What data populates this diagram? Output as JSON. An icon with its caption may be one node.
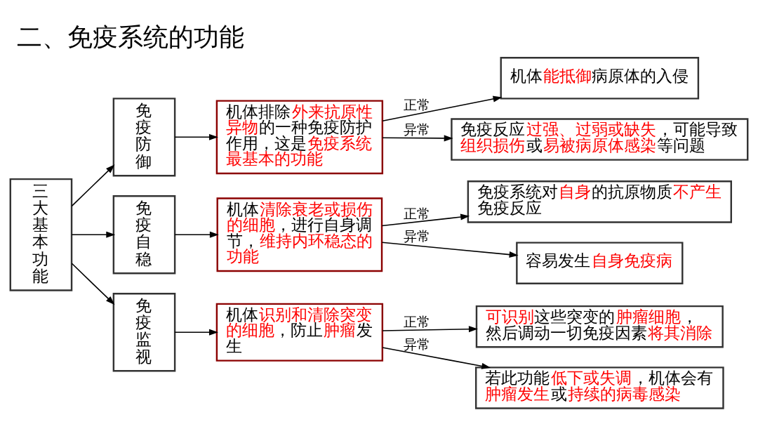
{
  "diagram": {
    "title": "二、免疫系统的功能",
    "nodes": [
      {
        "text": [
          "三大基本功能"
        ]
      },
      {
        "text": [
          "免疫防御"
        ]
      },
      {
        "text": [
          "机体排除**外来抗原性异物**的一种免疫防护作用，这是**免疫系统最基本的功能**"
        ]
      },
      {
        "text": [
          "机体**能抵御**病原体的入侵"
        ]
      },
      {
        "text": [
          "免疫反应**过强、过弱或缺失**，可能导致**组织损伤**或**易被病原体感染**等问题"
        ]
      },
      {
        "text": [
          "免疫自稳"
        ]
      },
      {
        "text": [
          "机体**清除衰老或损伤的细胞**，进行自身调节，**维持内环稳态的功能**"
        ]
      },
      {
        "text": [
          "免疫系统对**自身**的抗原物质**不产生**免疫反应"
        ]
      },
      {
        "text": [
          "容易发生**自身免疫病**"
        ]
      },
      {
        "text": [
          "免疫监视"
        ]
      },
      {
        "text": [
          "机体**识别和清除突变的细胞**，防止**肿瘤**发生"
        ]
      },
      {
        "text": [
          "**可识别**这些突变的**肿瘤细胞**，然后调动一切免疫因素**将其消除**"
        ]
      },
      {
        "text": [
          "若此功能**低下或失调**，机体会有**肿瘤发生**或**持续的病毒感染**"
        ]
      }
    ],
    "edges": [
      {
        "from": 0,
        "to": 1,
        "arrow": "to"
      },
      {
        "from": 0,
        "to": 5,
        "arrow": "to"
      },
      {
        "from": 0,
        "to": 9,
        "arrow": "to"
      },
      {
        "from": 1,
        "to": 2,
        "arrow": "to"
      },
      {
        "from": 2,
        "to": 3,
        "arrow": "to",
        "label": "正常"
      },
      {
        "from": 2,
        "to": 4,
        "arrow": "to",
        "label": "异常"
      },
      {
        "from": 5,
        "to": 6,
        "arrow": "to"
      },
      {
        "from": 6,
        "to": 7,
        "arrow": "to",
        "label": "正常"
      },
      {
        "from": 6,
        "to": 8,
        "arrow": "to",
        "label": "异常"
      },
      {
        "from": 9,
        "to": 10,
        "arrow": "to"
      },
      {
        "from": 10,
        "to": 11,
        "arrow": "to",
        "label": "正常"
      },
      {
        "from": 10,
        "to": 12,
        "arrow": "to",
        "label": "异常"
      }
    ]
  }
}
